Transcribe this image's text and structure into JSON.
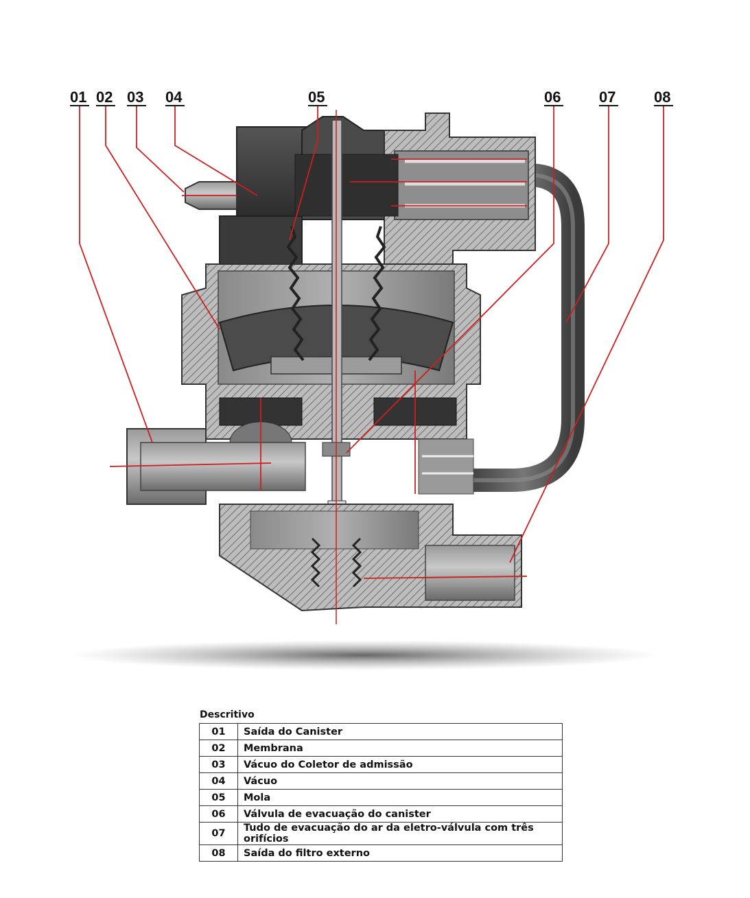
{
  "callouts": [
    "01",
    "02",
    "03",
    "04",
    "05",
    "06",
    "07",
    "08"
  ],
  "legend": {
    "title": "Descritivo",
    "rows": [
      {
        "code": "01",
        "label": "Saída do Canister"
      },
      {
        "code": "02",
        "label": "Membrana"
      },
      {
        "code": "03",
        "label": "Vácuo do Coletor de admissão"
      },
      {
        "code": "04",
        "label": "Vácuo"
      },
      {
        "code": "05",
        "label": "Mola"
      },
      {
        "code": "06",
        "label": "Válvula de evacuação do canister"
      },
      {
        "code": "07",
        "label": "Tudo de evacuação do ar da eletro-válvula com três orifícios"
      },
      {
        "code": "08",
        "label": "Saída do filtro externo"
      }
    ]
  },
  "colors": {
    "leader": "#cc1f1f",
    "housing": "#6e6e6e",
    "housing_light": "#a9a9a9",
    "dark_part": "#3a3a3a"
  }
}
